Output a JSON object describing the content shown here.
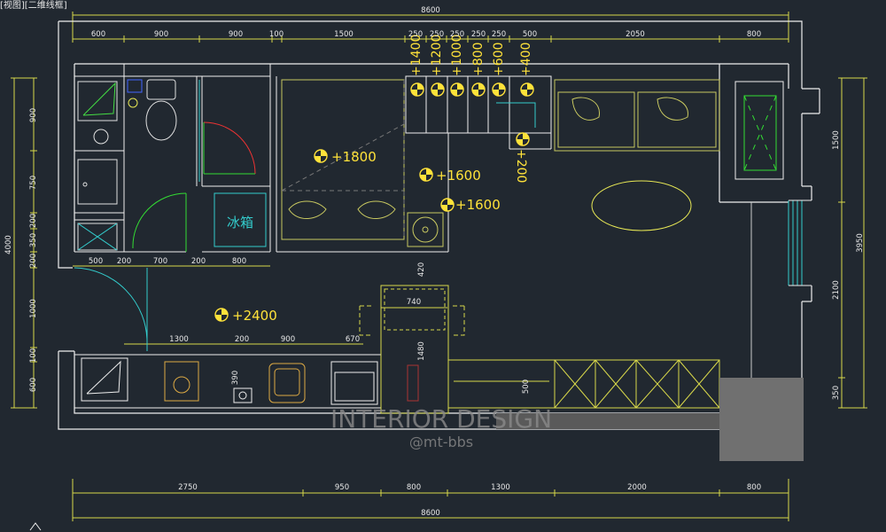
{
  "view_title": "[视图][二维线框]",
  "dims": {
    "top_total": "8600",
    "top_segments": [
      "600",
      "900",
      "900",
      "100",
      "1500",
      "250",
      "250",
      "250",
      "250",
      "250",
      "500",
      "2050",
      "800"
    ],
    "bottom_segments": [
      "2750",
      "950",
      "800",
      "1300",
      "2000",
      "800"
    ],
    "bottom_total": "8600",
    "left_total": "4000",
    "left_segments": [
      "900",
      "750",
      "200",
      "350",
      "200",
      "1000",
      "100",
      "600"
    ],
    "right_total": "3950",
    "right_segments": [
      "1500",
      "2100",
      "350"
    ],
    "mid_row": [
      "500",
      "200",
      "700",
      "200",
      "800"
    ],
    "counter_row": [
      "1300",
      "200",
      "900",
      "670"
    ],
    "table_w": "740",
    "table_gap": "420",
    "table_h": "1480",
    "sink_h": "390",
    "cab_h": "500"
  },
  "sockets": {
    "top_row": [
      "+1400",
      "+1200",
      "+1000",
      "+800",
      "+600",
      "+400"
    ],
    "s200": "+200",
    "s1800": "+1800",
    "s1600a": "+1600",
    "s1600b": "+1600",
    "s2400": "+2400"
  },
  "fridge_label": "冰箱",
  "watermark": {
    "main": "INTERIOR DESIGN",
    "sub": "@mt-bbs"
  }
}
